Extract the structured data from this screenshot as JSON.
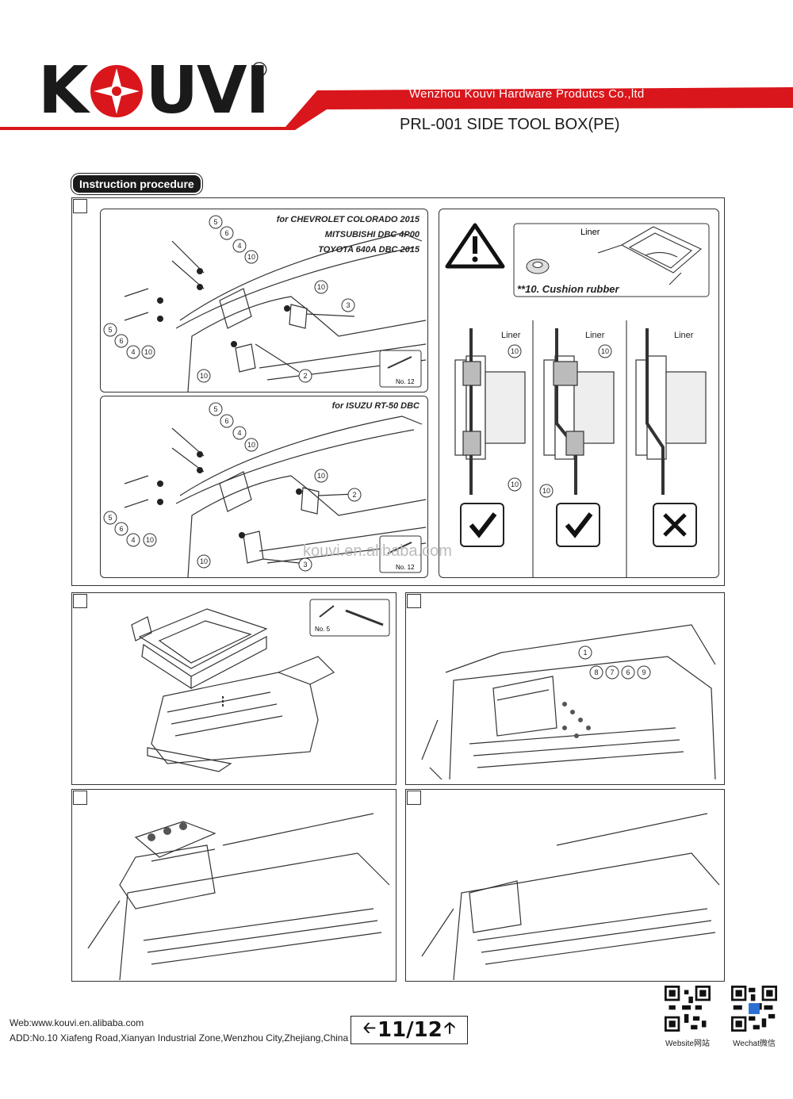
{
  "header": {
    "brand": "KOUVI",
    "registered_mark": "®",
    "company": "Wenzhou  Kouvi Hardware  Produtcs  Co.,ltd",
    "title": "PRL-001 SIDE TOOL BOX(PE)"
  },
  "section_tag": "Instruction procedure",
  "step1": {
    "fit_top": [
      "for CHEVROLET COLORADO 2015",
      "MITSUBISHI DBC 4P00",
      "TOYOTA 640A DBC 2015"
    ],
    "fit_bottom": "for ISUZU RT-50 DBC",
    "tool_label": "No. 12",
    "callouts": [
      "5",
      "6",
      "4",
      "10",
      "3",
      "2"
    ],
    "warning": {
      "liner_label": "Liner",
      "cushion_label": "**10. Cushion rubber",
      "columns": [
        {
          "liner": "Liner",
          "part": "10",
          "mark": "check"
        },
        {
          "liner": "Liner",
          "part": "10",
          "mark": "check"
        },
        {
          "liner": "Liner",
          "part": "",
          "mark": "cross"
        }
      ]
    }
  },
  "step2": {
    "tool_label": "No. 5"
  },
  "step3": {
    "callouts": [
      "1",
      "8",
      "7",
      "6",
      "9"
    ]
  },
  "watermark": "kouvi.en.alibaba.com",
  "footer": {
    "web": "Web:www.kouvi.en.alibaba.com",
    "address": "ADD:No.10 Xiafeng Road,Xianyan Industrial Zone,Wenzhou City,Zhejiang,China",
    "page": "11/12",
    "qr_website": "Website网站",
    "qr_wechat": "Wechat微信"
  },
  "colors": {
    "accent_red": "#d9161c",
    "ink": "#1a1a1a"
  }
}
